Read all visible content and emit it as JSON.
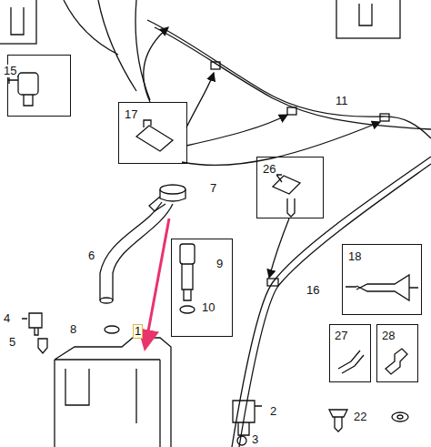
{
  "diagram": {
    "nodes": [
      {
        "text": [
          "15"
        ]
      },
      {
        "text": [
          "17"
        ]
      },
      {
        "text": [
          "26"
        ]
      },
      {
        "text": [
          "9",
          "10"
        ]
      },
      {
        "text": [
          "18"
        ]
      },
      {
        "text": [
          "27"
        ]
      },
      {
        "text": [
          "28"
        ]
      }
    ],
    "labels": [
      "11",
      "7",
      "6",
      "16",
      "8",
      "1",
      "4",
      "5",
      "2",
      "3",
      "22"
    ]
  }
}
